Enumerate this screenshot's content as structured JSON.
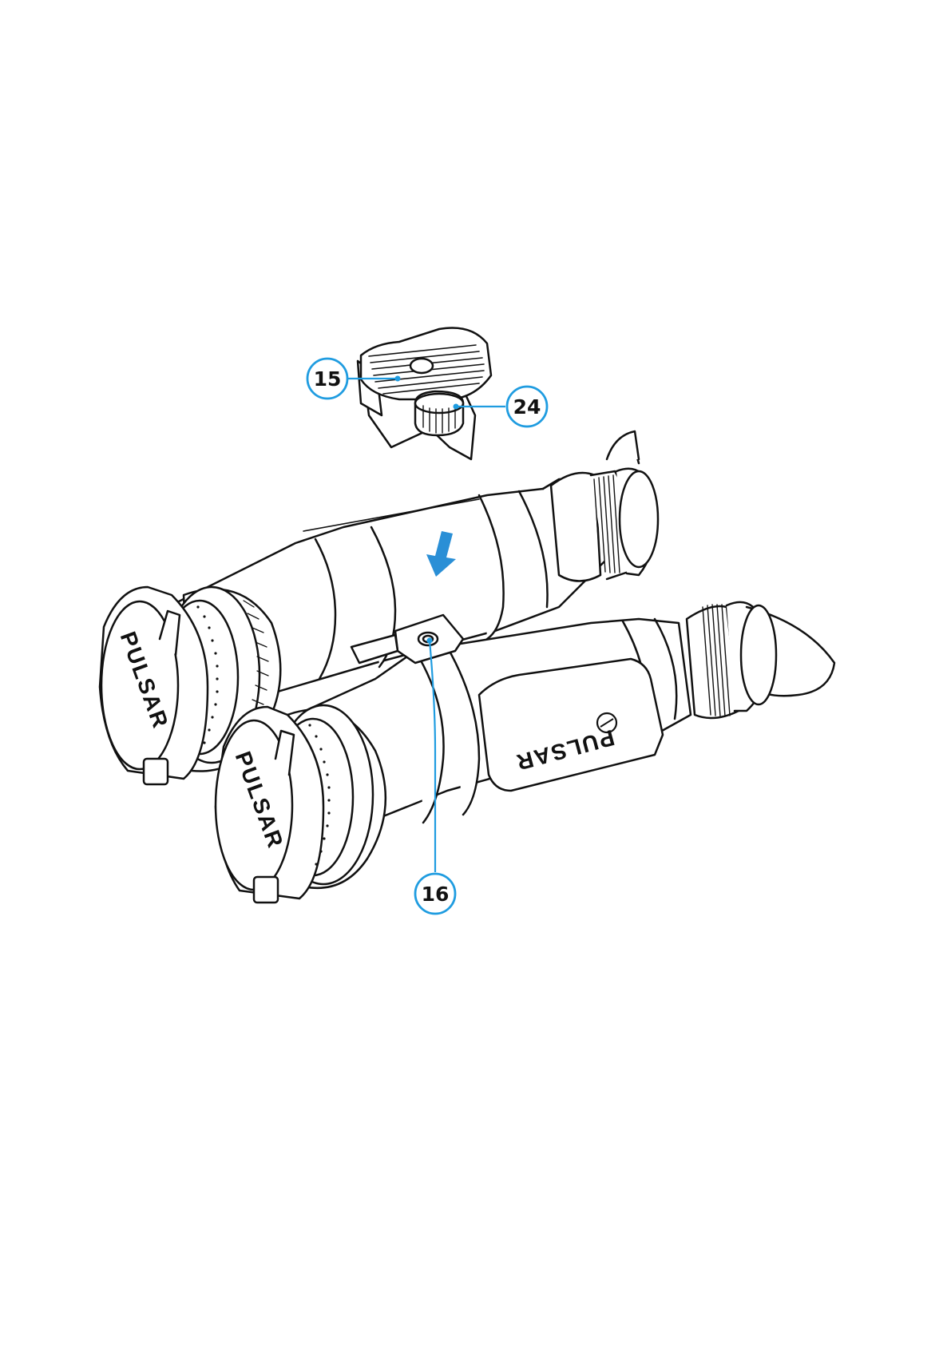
{
  "diagram": {
    "brand": "PULSAR",
    "callouts": [
      {
        "id": "c15",
        "label": "15"
      },
      {
        "id": "c24",
        "label": "24"
      },
      {
        "id": "c16",
        "label": "16"
      }
    ],
    "colors": {
      "callout": "#1f9ce0",
      "arrow": "#2a8fd6",
      "outline": "#111111",
      "body": "#ffffff"
    },
    "icons": [
      "down-arrow-icon",
      "pulsar-logo-icon"
    ]
  }
}
